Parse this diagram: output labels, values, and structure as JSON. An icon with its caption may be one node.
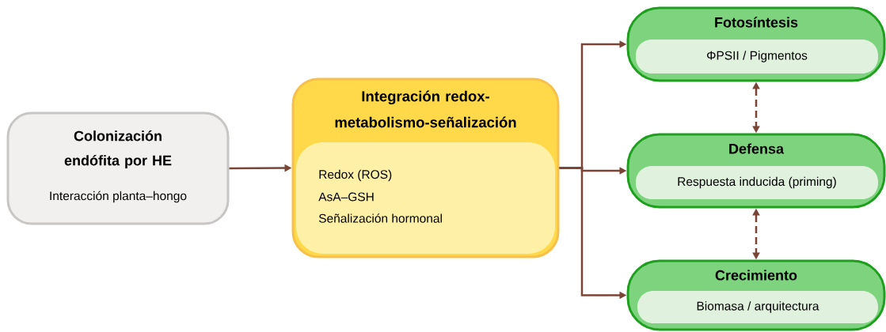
{
  "diagram": {
    "nodes": [
      {
        "text": [
          "Colonización endófita por HE",
          "Interacción planta–hongo"
        ]
      },
      {
        "text": [
          "Integración redox-metabolismo-señalización"
        ]
      },
      {
        "text": [
          "Redox (ROS)",
          "AsA–GSH",
          "Señalización hormonal"
        ],
        "in": 1
      },
      {
        "text": [
          "Fotosíntesis"
        ]
      },
      {
        "text": [
          "ΦPSII / Pigmentos"
        ],
        "in": 3
      },
      {
        "text": [
          "Defensa"
        ]
      },
      {
        "text": [
          "Respuesta inducida (priming)"
        ],
        "in": 5
      },
      {
        "text": [
          "Crecimiento"
        ]
      },
      {
        "text": [
          "Biomasa / arquitectura"
        ],
        "in": 7
      }
    ],
    "edges": [
      {
        "from": 0,
        "to": 1,
        "arrow": "to"
      },
      {
        "from": 1,
        "to": 3,
        "arrow": "to"
      },
      {
        "from": 1,
        "to": 5,
        "arrow": "to"
      },
      {
        "from": 1,
        "to": 7,
        "arrow": "to"
      },
      {
        "from": 3,
        "to": 5,
        "arrow": "both",
        "style": "dashed"
      },
      {
        "from": 5,
        "to": 7,
        "arrow": "both",
        "style": "dashed"
      }
    ]
  }
}
